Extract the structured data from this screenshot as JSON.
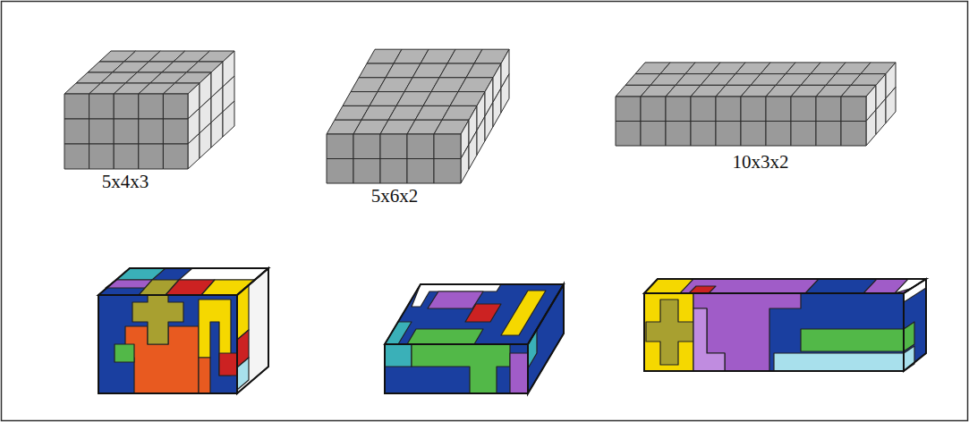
{
  "diagram": {
    "labels": [
      "5x4x3",
      "5x6x2",
      "10x3x2"
    ]
  }
}
